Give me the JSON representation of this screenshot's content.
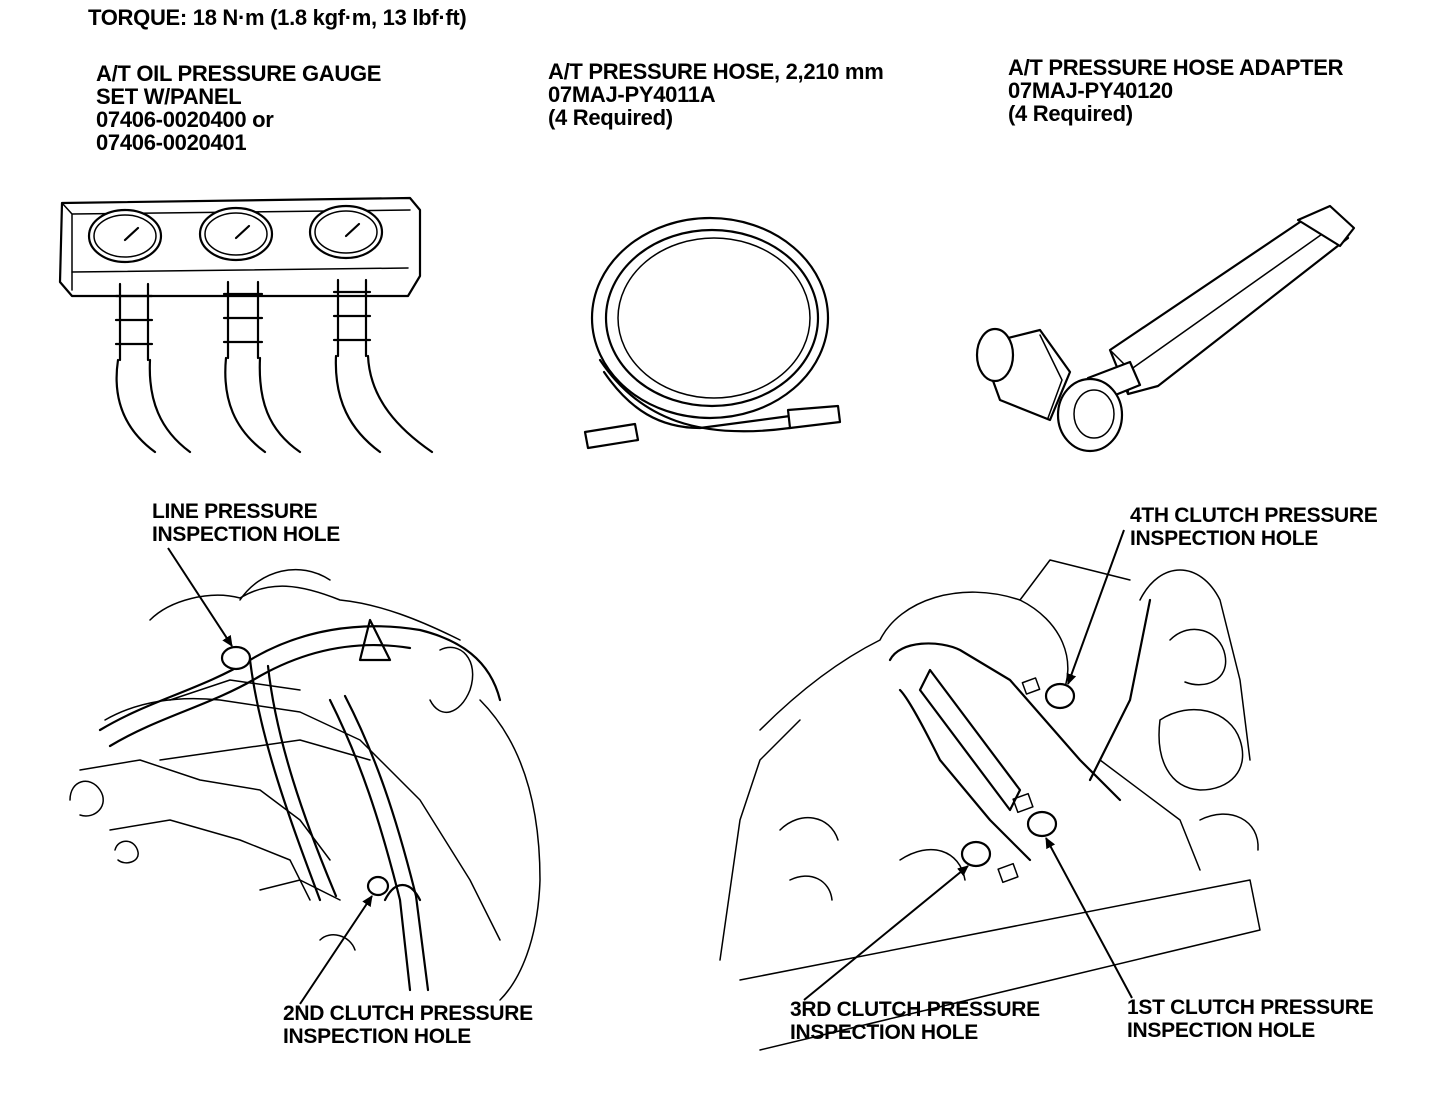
{
  "torque": "TORQUE:  18 N·m (1.8 kgf·m, 13 lbf·ft)",
  "tools": {
    "gauge_set": "A/T OIL PRESSURE GAUGE\nSET W/PANEL\n07406-0020400 or\n07406-0020401",
    "pressure_hose": "A/T PRESSURE HOSE, 2,210 mm\n07MAJ-PY4011A\n(4 Required)",
    "hose_adapter": "A/T PRESSURE HOSE ADAPTER\n07MAJ-PY40120\n(4 Required)"
  },
  "callouts": {
    "line_pressure": "LINE PRESSURE\nINSPECTION HOLE",
    "clutch_4th": "4TH CLUTCH PRESSURE\nINSPECTION HOLE",
    "clutch_2nd": "2ND CLUTCH PRESSURE\nINSPECTION HOLE",
    "clutch_3rd": "3RD CLUTCH PRESSURE\nINSPECTION HOLE",
    "clutch_1st": "1ST CLUTCH PRESSURE\nINSPECTION HOLE"
  }
}
